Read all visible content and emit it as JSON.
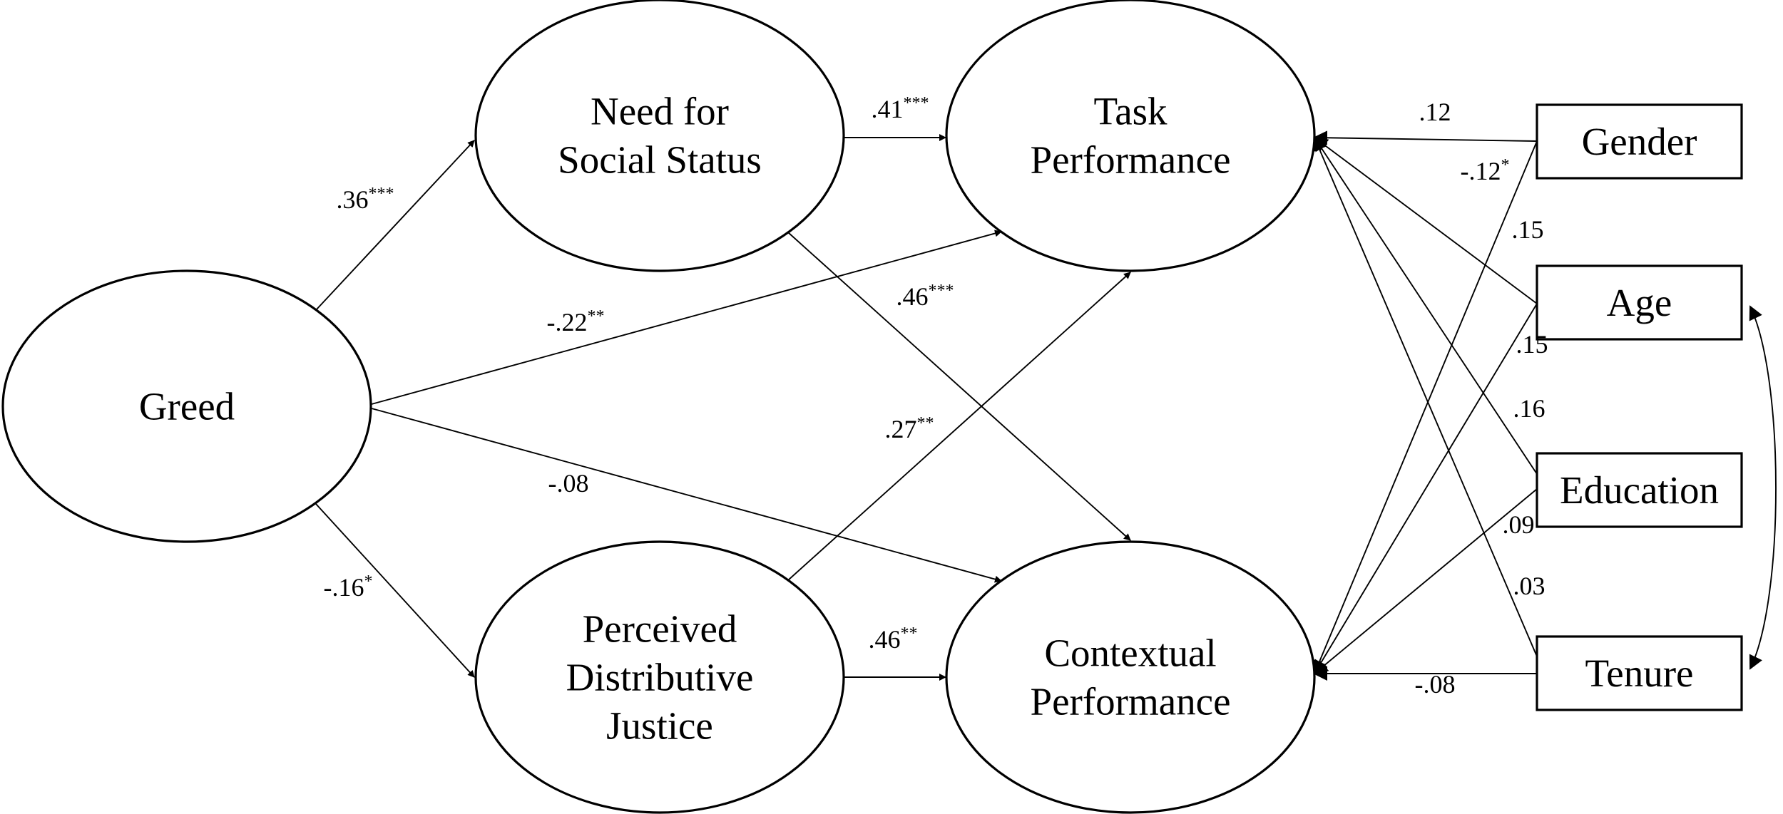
{
  "nodes": {
    "greed": {
      "lines": [
        "Greed"
      ]
    },
    "nss": {
      "lines": [
        "Need for",
        "Social Status"
      ]
    },
    "pdj": {
      "lines": [
        "Perceived",
        "Distributive",
        "Justice"
      ]
    },
    "task": {
      "lines": [
        "Task",
        "Performance"
      ]
    },
    "ctx": {
      "lines": [
        "Contextual",
        "Performance"
      ]
    },
    "gender": {
      "lines": [
        "Gender"
      ]
    },
    "age": {
      "lines": [
        "Age"
      ]
    },
    "education": {
      "lines": [
        "Education"
      ]
    },
    "tenure": {
      "lines": [
        "Tenure"
      ]
    }
  },
  "paths": [
    {
      "id": "greed-nss",
      "from": "Greed",
      "to": "Need for Social Status",
      "coef": ".36",
      "sig": "***"
    },
    {
      "id": "greed-pdj",
      "from": "Greed",
      "to": "Perceived Distributive Justice",
      "coef": "-.16",
      "sig": "*"
    },
    {
      "id": "greed-task",
      "from": "Greed",
      "to": "Task Performance",
      "coef": "-.22",
      "sig": "**"
    },
    {
      "id": "greed-ctx",
      "from": "Greed",
      "to": "Contextual Performance",
      "coef": "-.08",
      "sig": ""
    },
    {
      "id": "nss-task",
      "from": "Need for Social Status",
      "to": "Task Performance",
      "coef": ".41",
      "sig": "***"
    },
    {
      "id": "nss-ctx",
      "from": "Need for Social Status",
      "to": "Contextual Performance",
      "coef": ".46",
      "sig": "***"
    },
    {
      "id": "pdj-task",
      "from": "Perceived Distributive Justice",
      "to": "Task Performance",
      "coef": ".27",
      "sig": "**"
    },
    {
      "id": "pdj-ctx",
      "from": "Perceived Distributive Justice",
      "to": "Contextual Performance",
      "coef": ".46",
      "sig": "**"
    },
    {
      "id": "gender-task",
      "from": "Gender",
      "to": "Task Performance",
      "coef": ".12",
      "sig": ""
    },
    {
      "id": "gender-ctx",
      "from": "Gender",
      "to": "Contextual Performance",
      "coef": "-.12",
      "sig": "*"
    },
    {
      "id": "age-task",
      "from": "Age",
      "to": "Task Performance",
      "coef": ".15",
      "sig": ""
    },
    {
      "id": "age-ctx",
      "from": "Age",
      "to": "Contextual Performance",
      "coef": ".15",
      "sig": ""
    },
    {
      "id": "education-task",
      "from": "Education",
      "to": "Task Performance",
      "coef": ".16",
      "sig": ""
    },
    {
      "id": "education-ctx",
      "from": "Education",
      "to": "Contextual Performance",
      "coef": ".09",
      "sig": ""
    },
    {
      "id": "tenure-task",
      "from": "Tenure",
      "to": "Task Performance",
      "coef": ".03",
      "sig": ""
    },
    {
      "id": "tenure-ctx",
      "from": "Tenure",
      "to": "Contextual Performance",
      "coef": "-.08",
      "sig": ""
    }
  ],
  "covariances": [
    {
      "id": "age-tenure",
      "between": [
        "Age",
        "Tenure"
      ]
    }
  ]
}
